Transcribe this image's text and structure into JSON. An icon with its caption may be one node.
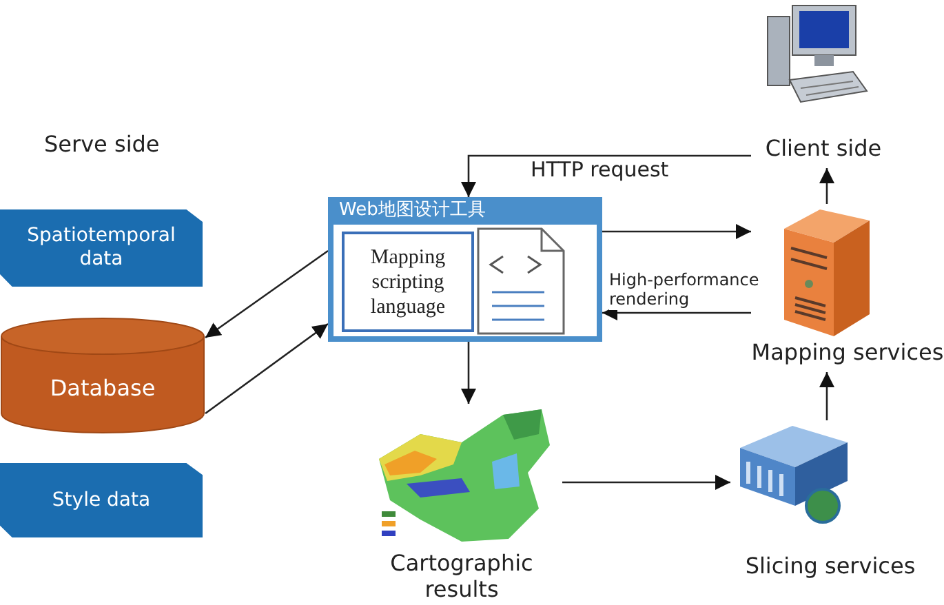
{
  "diagram": {
    "nodes": [
      {
        "text": [
          "Spatiotemporal data"
        ]
      },
      {
        "text": [
          "Database"
        ]
      },
      {
        "text": [
          "Style data"
        ]
      },
      {
        "text": [
          "Web地图设计工具"
        ]
      },
      {
        "text": [
          "Mapping scripting language"
        ],
        "in": 3
      },
      {
        "text": [
          "Client side"
        ]
      },
      {
        "text": [
          "Mapping services"
        ]
      },
      {
        "text": [
          "Cartographic results"
        ]
      },
      {
        "text": [
          "Slicing services"
        ]
      }
    ],
    "edges": [
      {
        "from": 5,
        "to": 3,
        "arrow": "to",
        "label": "HTTP request"
      },
      {
        "from": 6,
        "to": 5,
        "arrow": "to"
      },
      {
        "from": 3,
        "to": 6,
        "arrow": "to"
      },
      {
        "from": 6,
        "to": 3,
        "arrow": "to",
        "label": "High-performance rendering"
      },
      {
        "from": 3,
        "to": 1,
        "arrow": "to"
      },
      {
        "from": 1,
        "to": 3,
        "arrow": "to"
      },
      {
        "from": 3,
        "to": 7,
        "arrow": "to"
      },
      {
        "from": 7,
        "to": 8,
        "arrow": "to"
      },
      {
        "from": 8,
        "to": 6,
        "arrow": "to"
      }
    ],
    "labels": [
      "Serve side"
    ]
  }
}
